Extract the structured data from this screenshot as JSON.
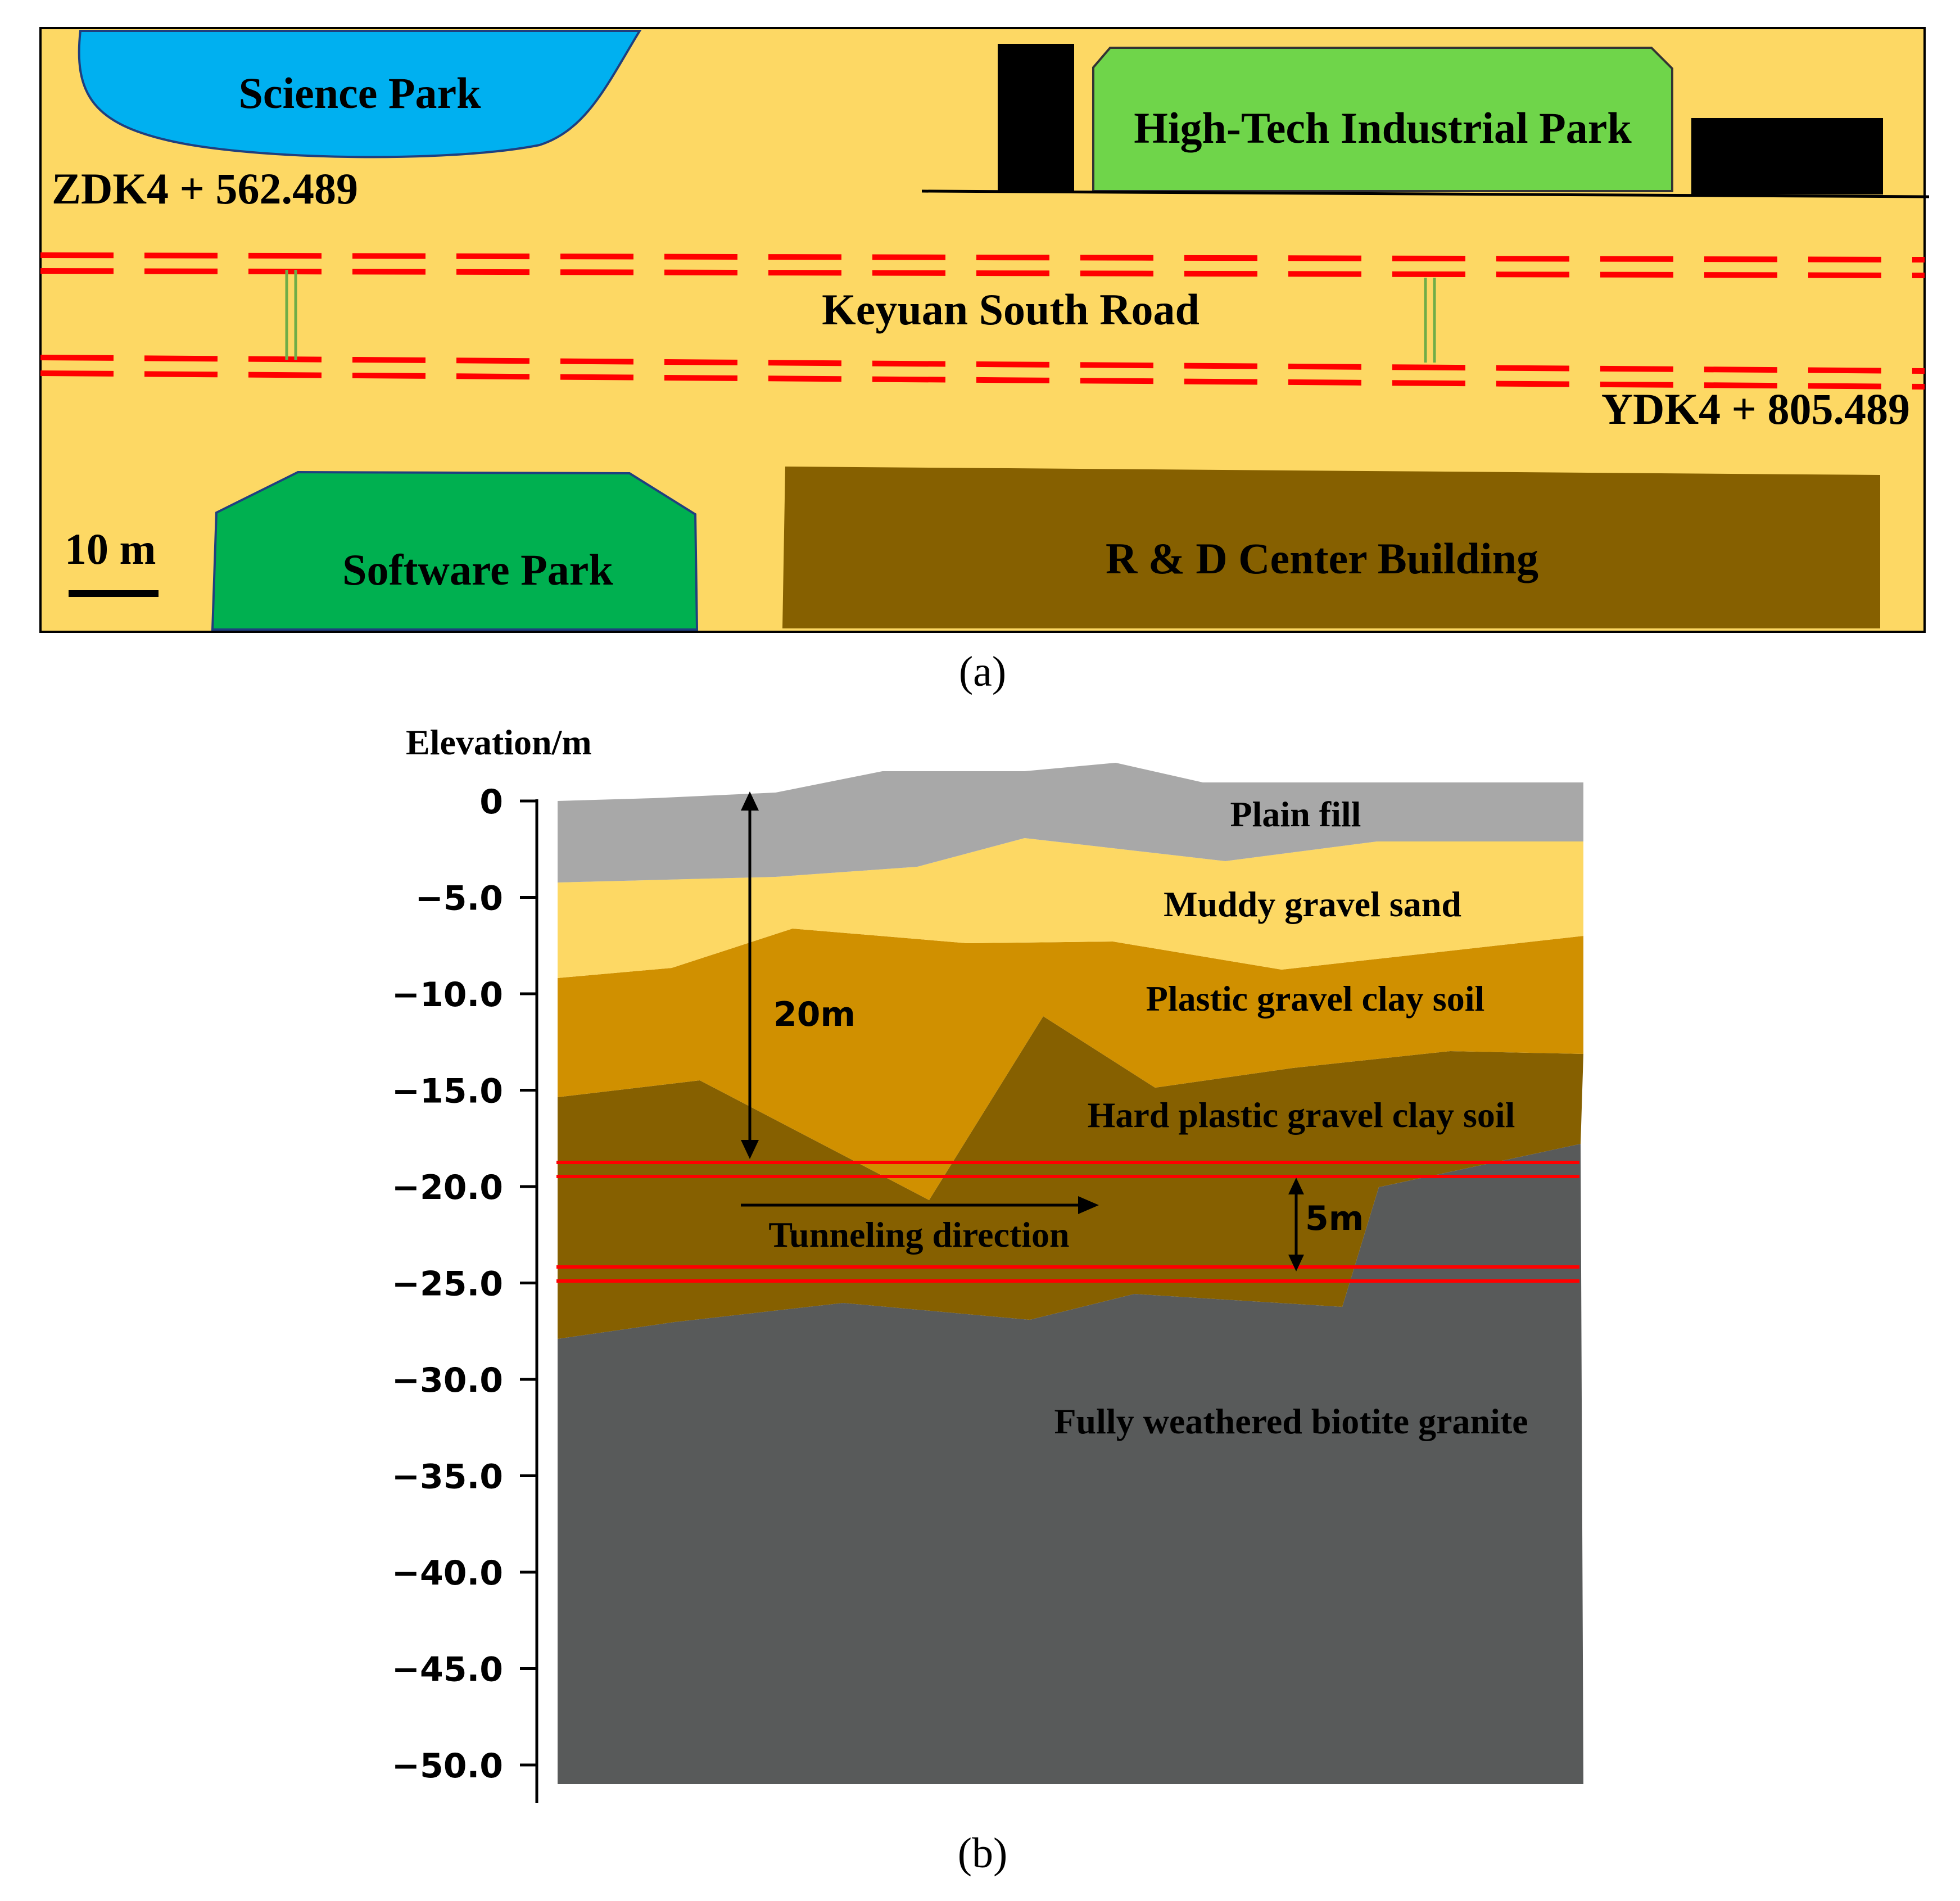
{
  "panel_a": {
    "labels": {
      "science_park": "Science Park",
      "high_tech_park": "High-Tech Industrial Park",
      "road_name": "Keyuan South Road",
      "station_left": "ZDK4 + 562.489",
      "station_right": "YDK4 + 805.489",
      "scale": "10 m",
      "software_park": "Software Park",
      "rd_center": "R & D Center Building"
    },
    "caption": "(a)",
    "colors": {
      "ground": "#fdd864",
      "science_park": "#00b0f0",
      "high_tech_park": "#6fd54a",
      "software_park": "#00b050",
      "rd_center": "#866000",
      "buildings": "#000000",
      "tunnel_lines": "#ff0000",
      "cross_passages": "#70ad47"
    }
  },
  "panel_b": {
    "axis_title": "Elevation/m",
    "y_ticks": [
      "0",
      "−5.0",
      "−10.0",
      "−15.0",
      "−20.0",
      "−25.0",
      "−30.0",
      "−35.0",
      "−40.0",
      "−45.0",
      "−50.0"
    ],
    "layers": [
      {
        "key": "plain_fill",
        "label": "Plain fill",
        "color": "#a8a8a8"
      },
      {
        "key": "muddy_gravel_sand",
        "label": "Muddy gravel sand",
        "color": "#fdd864"
      },
      {
        "key": "plastic_gravel_clay",
        "label": "Plastic gravel clay soil",
        "color": "#d09000"
      },
      {
        "key": "hard_plastic_gravel_clay",
        "label": "Hard plastic gravel clay soil",
        "color": "#866000"
      },
      {
        "key": "granite",
        "label": "Fully weathered biotite granite",
        "color": "#585a5a"
      }
    ],
    "depth_label": "20m",
    "diameter_label": "5m",
    "direction_label": "Tunneling direction",
    "caption": "(b)",
    "tunnel_color": "#ff0000"
  }
}
